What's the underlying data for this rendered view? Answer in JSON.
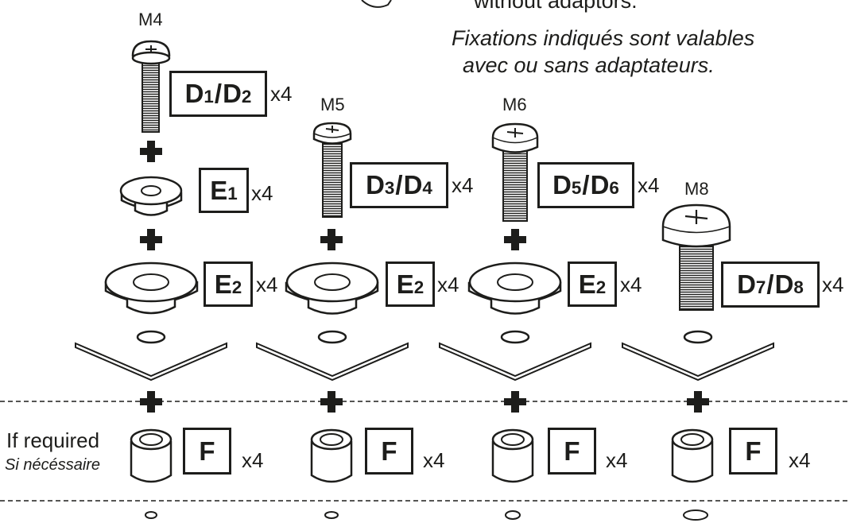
{
  "notes": {
    "en_line": "without adaptors.",
    "fr_line1": "Fixations indiqués sont valables",
    "fr_line2": "avec ou sans adaptateurs."
  },
  "columns": [
    {
      "size": "M4",
      "screw_label": {
        "l1": "D",
        "s1": "1",
        "sep": "/",
        "l2": "D",
        "s2": "2"
      },
      "screw_qty": "x4",
      "washer_small_label": {
        "l1": "E",
        "s1": "1"
      },
      "washer_small_qty": "x4",
      "washer_large_label": {
        "l1": "E",
        "s1": "2"
      },
      "washer_large_qty": "x4",
      "spacer_label": "F",
      "spacer_qty": "x4"
    },
    {
      "size": "M5",
      "screw_label": {
        "l1": "D",
        "s1": "3",
        "sep": "/",
        "l2": "D",
        "s2": "4"
      },
      "screw_qty": "x4",
      "washer_large_label": {
        "l1": "E",
        "s1": "2"
      },
      "washer_large_qty": "x4",
      "spacer_label": "F",
      "spacer_qty": "x4"
    },
    {
      "size": "M6",
      "screw_label": {
        "l1": "D",
        "s1": "5",
        "sep": "/",
        "l2": "D",
        "s2": "6"
      },
      "screw_qty": "x4",
      "washer_large_label": {
        "l1": "E",
        "s1": "2"
      },
      "washer_large_qty": "x4",
      "spacer_label": "F",
      "spacer_qty": "x4"
    },
    {
      "size": "M8",
      "screw_label": {
        "l1": "D",
        "s1": "7",
        "sep": "/",
        "l2": "D",
        "s2": "8"
      },
      "screw_qty": "x4",
      "spacer_label": "F",
      "spacer_qty": "x4"
    }
  ],
  "if_required": {
    "en": "If required",
    "fr": "Si nécéssaire"
  },
  "icons": [
    "screw-icon",
    "plus-icon",
    "washer-icon",
    "bracket-icon",
    "spacer-icon",
    "hole-icon",
    "dashed-line"
  ],
  "colors": {
    "ink": "#1d1d1b",
    "paper": "#ffffff"
  }
}
